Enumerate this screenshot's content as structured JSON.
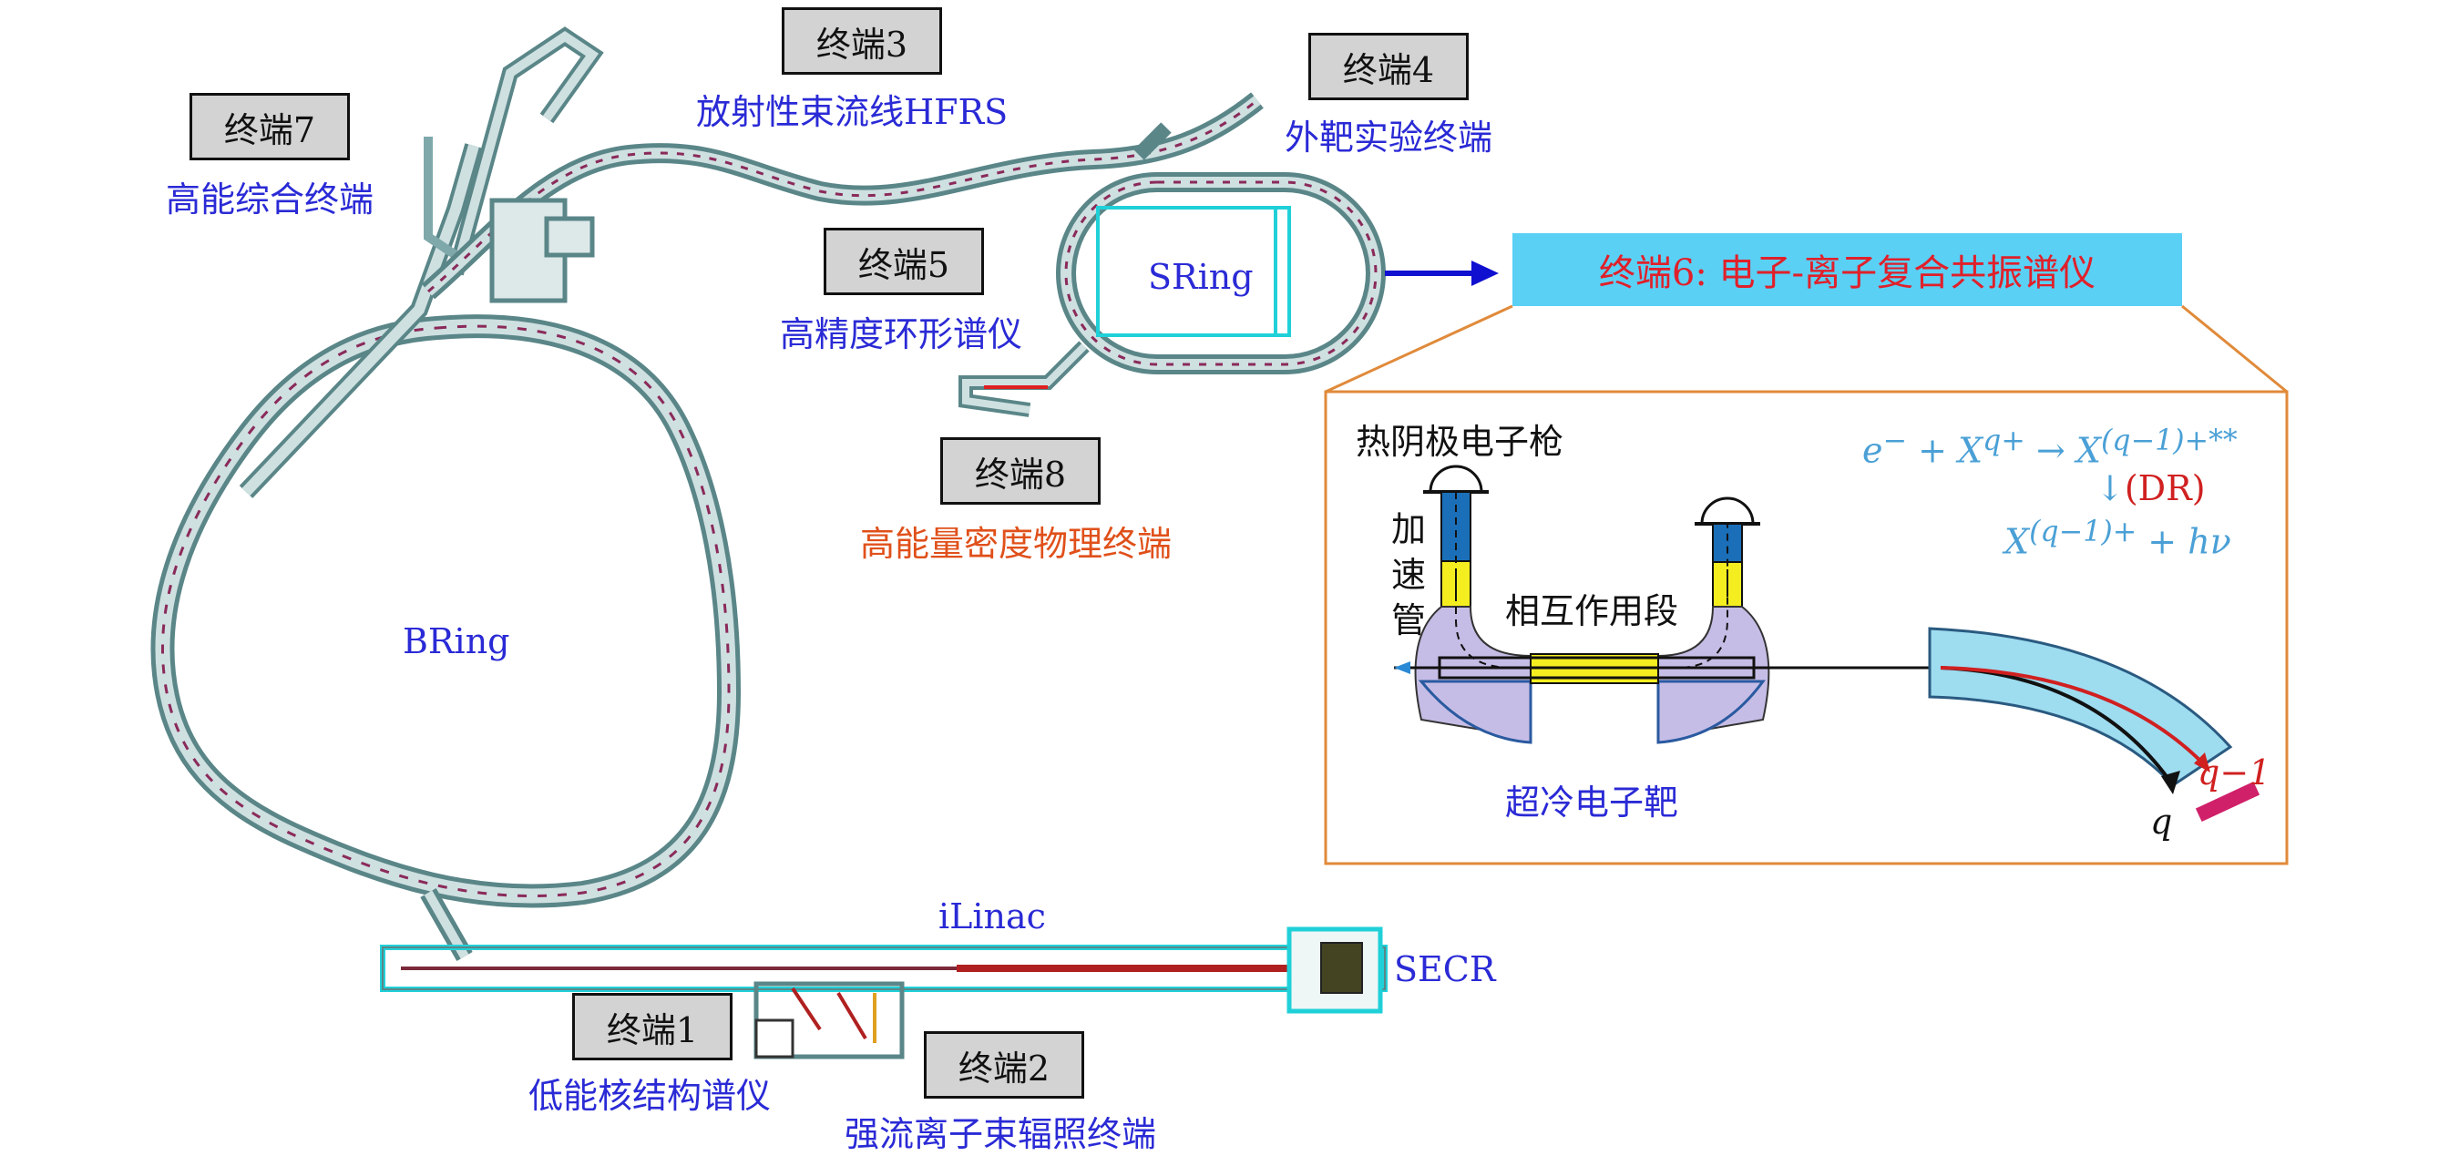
{
  "terminals": [
    {
      "id": "t1",
      "box": "终端1",
      "desc": "低能核结构谱仪"
    },
    {
      "id": "t2",
      "box": "终端2",
      "desc": "强流离子束辐照终端"
    },
    {
      "id": "t3",
      "box": "终端3",
      "desc": "放射性束流线HFRS"
    },
    {
      "id": "t4",
      "box": "终端4",
      "desc": "外靶实验终端"
    },
    {
      "id": "t5",
      "box": "终端5",
      "desc": "高精度环形谱仪"
    },
    {
      "id": "t7",
      "box": "终端7",
      "desc": "高能综合终端"
    },
    {
      "id": "t8",
      "box": "终端8",
      "desc": "高能量密度物理终端"
    }
  ],
  "terminal6": "终端6: 电子-离子复合共振谱仪",
  "machine_labels": {
    "bring": "BRing",
    "sring": "SRing",
    "ilinac": "iLinac",
    "secr": "SECR"
  },
  "inset": {
    "gun": "热阴极电子枪",
    "accel": "加速管",
    "interaction": "相互作用段",
    "target": "超冷电子靶",
    "formula_line1": "e⁻ + X^{q+} → X^{(q−1)+**}",
    "formula_arrow": "↓",
    "formula_dr": "(DR)",
    "formula_line3": "X^{(q−1)+} + hν",
    "q_minus_1": "q−1",
    "q": "q"
  },
  "colors": {
    "ring_fill": "#a9c7c9",
    "ring_edge": "#5a8688",
    "beamline": "#20d0d8",
    "inset_border": "#e08a3a",
    "term6_bg": "#5ad0f5",
    "label_blue": "#2a2ad6",
    "label_red": "#e0501a"
  }
}
